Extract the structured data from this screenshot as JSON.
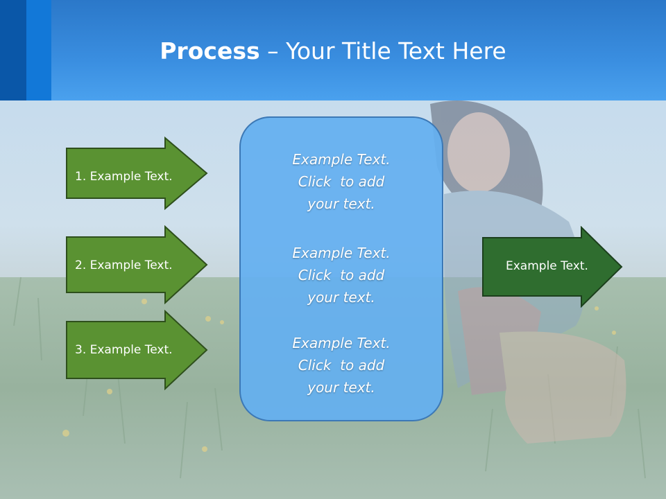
{
  "title": {
    "bold": "Process",
    "rest": " – Your Title Text Here"
  },
  "left_arrows": [
    {
      "label": "1. Example Text."
    },
    {
      "label": "2. Example Text."
    },
    {
      "label": "3. Example Text."
    }
  ],
  "center_paragraphs": [
    {
      "lines": [
        "Example Text.",
        "Click  to add",
        "your text."
      ]
    },
    {
      "lines": [
        "Example Text.",
        "Click  to add",
        "your text."
      ]
    },
    {
      "lines": [
        "Example Text.",
        "Click  to add",
        "your text."
      ]
    }
  ],
  "right_arrow": {
    "label": "Example Text."
  },
  "colors": {
    "header_blue": "#3a8ee0",
    "arrow_green": "#5a9232",
    "arrow_dark_green": "#2f6d2f",
    "box_blue": "#64aff0"
  },
  "background_image": "woman-sitting-in-grass-photo"
}
